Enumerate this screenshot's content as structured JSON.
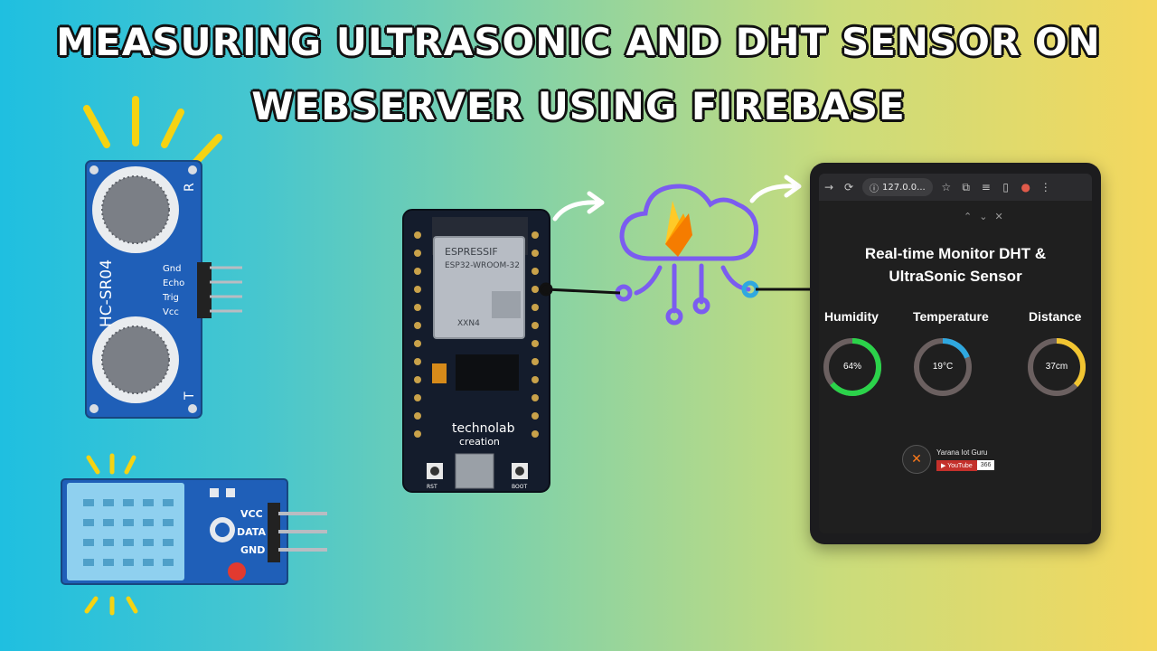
{
  "title": {
    "line1": "MEASURING ULTRASONIC AND DHT SENSOR ON",
    "line2": "WEBSERVER USING FIREBASE"
  },
  "hcsr04": {
    "model": "HC-SR04",
    "pins": [
      "Gnd",
      "Echo",
      "Trig",
      "Vcc"
    ],
    "corner_r": "R",
    "corner_t": "T"
  },
  "dht": {
    "pins": [
      "VCC",
      "DATA",
      "GND"
    ]
  },
  "esp32": {
    "brand": "ESPRESSIF",
    "module": "ESP32-WROOM-32",
    "code": "XXN4",
    "maker_line1": "technolab",
    "maker_line2": "creation",
    "btn_left": "RST",
    "btn_right": "BOOT"
  },
  "tablet": {
    "url": "127.0.0...",
    "heading_line1": "Real-time Monitor DHT &",
    "heading_line2": "UltraSonic Sensor",
    "gauges": [
      {
        "label": "Humidity",
        "value_text": "64%",
        "fraction": 0.64,
        "color": "#2bd34a"
      },
      {
        "label": "Temperature",
        "value_text": "19°C",
        "fraction": 0.19,
        "color": "#2fa8e0"
      },
      {
        "label": "Distance",
        "value_text": "37cm",
        "fraction": 0.37,
        "color": "#f2c531"
      }
    ],
    "channel_name": "Yarana Iot Guru",
    "youtube_label": "YouTube",
    "subscriber_count": "366"
  },
  "colors": {
    "cloud": "#7b5cf0",
    "firebase_yellow": "#ffca28",
    "firebase_orange": "#f57c00",
    "board_blue": "#1f5fb8"
  }
}
